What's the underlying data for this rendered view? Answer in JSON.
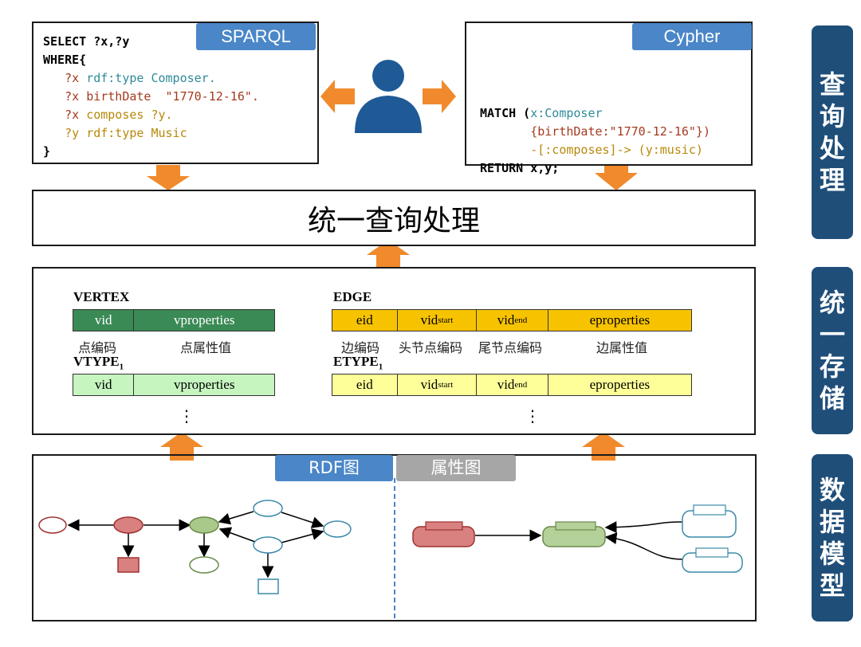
{
  "sparql": {
    "tag": "SPARQL",
    "lines": [
      {
        "a": "SELECT ?x,?y",
        "cls": "kw"
      },
      {
        "a": "WHERE{",
        "cls": "kw"
      },
      {
        "a": "   ?x ",
        "b": "rdf:type Composer.",
        "cls": "brown",
        "cls2": "teal"
      },
      {
        "a": "   ?x ",
        "b": "birthDate  \"1770-12-16\".",
        "cls": "brown",
        "cls2": "brown"
      },
      {
        "a": "   ?x ",
        "b": "composes ?y.",
        "cls": "brown",
        "cls2": "gold"
      },
      {
        "a": "   ?y ",
        "b": "rdf:type Music",
        "cls": "gold",
        "cls2": "gold"
      },
      {
        "a": "}",
        "cls": "kw"
      }
    ]
  },
  "cypher": {
    "tag": "Cypher",
    "l1a": "MATCH (",
    "l1b": "x:Composer",
    "l2": "       {birthDate:\"1770-12-16\"})",
    "l3": "       -[:composes]-> (y:music)",
    "l4": "RETURN x,y;"
  },
  "unified_query": "统一查询处理",
  "storage": {
    "vertex_title": "VERTEX",
    "vertex_cols": [
      "vid",
      "vproperties"
    ],
    "vertex_cn": [
      "点编码",
      "点属性值"
    ],
    "vtype_title": "VTYPE",
    "vtype_sub": "1",
    "vtype_cols": [
      "vid",
      "vproperties"
    ],
    "edge_title": "EDGE",
    "edge_cols": {
      "eid": "eid",
      "vid": "vid",
      "start": "start",
      "end": "end",
      "eprops": "eproperties"
    },
    "edge_cn": [
      "边编码",
      "头节点编码",
      "尾节点编码",
      "边属性值"
    ],
    "etype_title": "ETYPE",
    "etype_sub": "1",
    "ellipsis": "⋮"
  },
  "model": {
    "rdf_tag": "RDF图",
    "prop_tag": "属性图"
  },
  "side": {
    "query": [
      "查",
      "询",
      "处",
      "理"
    ],
    "store": [
      "统",
      "一",
      "存",
      "储"
    ],
    "model": [
      "数",
      "据",
      "模",
      "型"
    ]
  },
  "colors": {
    "arrow": "#f08a2c",
    "vertex_dark": "#3a8a55",
    "vertex_light": "#c6f5c0",
    "edge_dark": "#f7c300",
    "edge_light": "#ffff99",
    "tag_blue": "#4a86c8",
    "tag_gray": "#a6a6a6",
    "side_navy": "#1f4e79",
    "person": "#1f5a96"
  },
  "icons": [
    "person-icon",
    "arrow-icon",
    "ellipse-node-icon",
    "rect-node-icon"
  ]
}
